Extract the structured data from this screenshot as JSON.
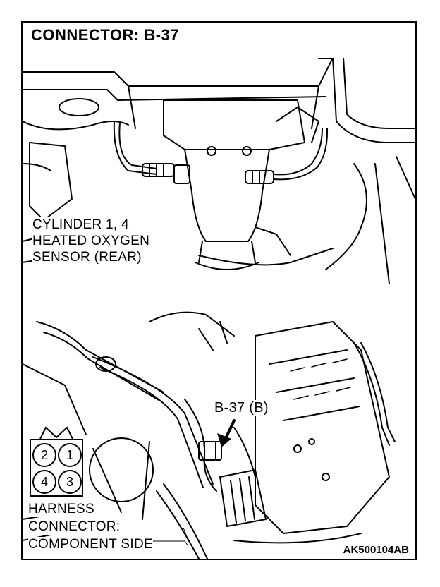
{
  "title": "CONNECTOR: B-37",
  "top_view": {
    "label_line1": "CYLINDER 1, 4",
    "label_line2": "HEATED OXYGEN",
    "label_line3": "SENSOR (REAR)"
  },
  "bottom_view": {
    "connector_callout": "B-37 (B)",
    "harness_label_line1": "HARNESS",
    "harness_label_line2": "CONNECTOR:",
    "harness_label_line3": "COMPONENT SIDE",
    "pins": [
      "2",
      "1",
      "4",
      "3"
    ]
  },
  "figure_code": "AK500104AB"
}
